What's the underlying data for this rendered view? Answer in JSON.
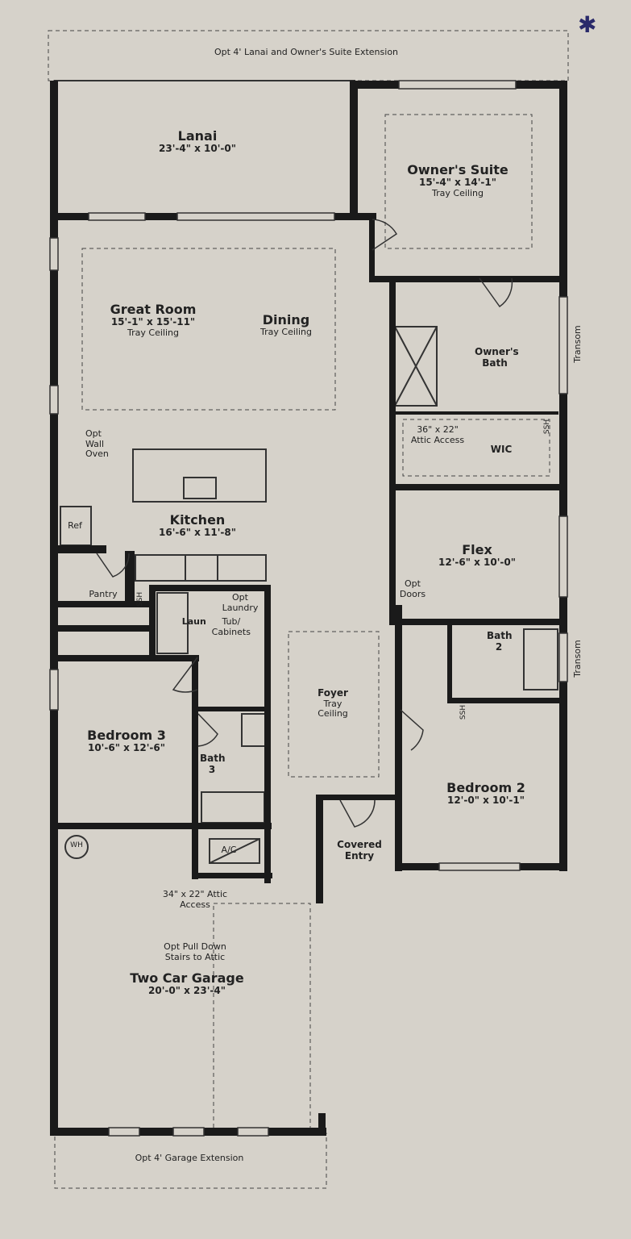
{
  "title_mark": "*",
  "extensions": {
    "top": "Opt 4' Lanai and Owner's Suite Extension",
    "garage": "Opt 4' Garage Extension"
  },
  "rooms": {
    "lanai": {
      "name": "Lanai",
      "dim": "23'-4\" x 10'-0\""
    },
    "owners_suite": {
      "name": "Owner's Suite",
      "dim": "15'-4\" x 14'-1\"",
      "note": "Tray Ceiling"
    },
    "great_room": {
      "name": "Great Room",
      "dim": "15'-1\" x 15'-11\"",
      "note": "Tray Ceiling"
    },
    "dining": {
      "name": "Dining",
      "note": "Tray Ceiling"
    },
    "owners_bath": {
      "name": "Owner's Bath"
    },
    "wic": {
      "name": "WIC",
      "attic": "36\" x 22\"",
      "attic2": "Attic Access"
    },
    "kitchen": {
      "name": "Kitchen",
      "dim": "16'-6\" x 11'-8\"",
      "oven": "Opt Wall Oven",
      "ref": "Ref"
    },
    "pantry": {
      "name": "Pantry"
    },
    "laundry": {
      "opt": "Opt Laundry",
      "laun": "Laun",
      "tub": "Tub/ Cabinets"
    },
    "flex": {
      "name": "Flex",
      "dim": "12'-6\" x 10'-0\"",
      "doors": "Opt Doors"
    },
    "bath2": {
      "name": "Bath 2"
    },
    "foyer": {
      "name": "Foyer",
      "note": "Tray Ceiling"
    },
    "bedroom3": {
      "name": "Bedroom 3",
      "dim": "10'-6\" x 12'-6\""
    },
    "bath3": {
      "name": "Bath 3"
    },
    "bedroom2": {
      "name": "Bedroom 2",
      "dim": "12'-0\" x 10'-1\""
    },
    "covered_entry": {
      "name": "Covered Entry"
    },
    "ac": "A/C",
    "wh": "WH",
    "garage": {
      "name": "Two Car Garage",
      "dim": "20'-0\" x 23'-4\"",
      "attic": "34\" x 22\" Attic Access",
      "stairs": "Opt Pull Down Stairs to Attic"
    }
  },
  "labels": {
    "transom": "Transom",
    "ssh": "SSH"
  }
}
